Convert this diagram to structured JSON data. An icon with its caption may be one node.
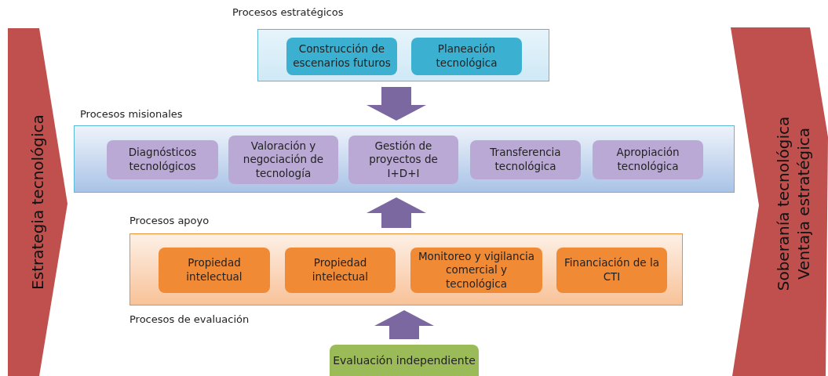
{
  "diagram": {
    "nodes": [
      {
        "text": [
          "Estrategia tecnológica"
        ]
      },
      {
        "text": [
          "Procesos estratégicos"
        ]
      },
      {
        "text": [
          "Construcción de escenarios futuros"
        ],
        "in": 1
      },
      {
        "text": [
          "Planeación tecnológica"
        ],
        "in": 1
      },
      {
        "text": [
          "Procesos misionales"
        ]
      },
      {
        "text": [
          "Diagnósticos tecnológicos"
        ],
        "in": 4
      },
      {
        "text": [
          "Valoración y negociación de tecnología"
        ],
        "in": 4
      },
      {
        "text": [
          "Gestión de proyectos de I+D+I"
        ],
        "in": 4
      },
      {
        "text": [
          "Transferencia tecnológica"
        ],
        "in": 4
      },
      {
        "text": [
          "Apropiación tecnológica"
        ],
        "in": 4
      },
      {
        "text": [
          "Procesos apoyo"
        ]
      },
      {
        "text": [
          "Propiedad intelectual"
        ],
        "in": 10
      },
      {
        "text": [
          "Propiedad intelectual"
        ],
        "in": 10
      },
      {
        "text": [
          "Monitoreo y vigilancia comercial y tecnológica"
        ],
        "in": 10
      },
      {
        "text": [
          "Financiación de la CTI"
        ],
        "in": 10
      },
      {
        "text": [
          "Evaluación independiente"
        ]
      },
      {
        "text": [
          "Soberanía tecnológica",
          "Ventaja estratégica"
        ]
      }
    ],
    "edges": [
      {
        "from": 1,
        "to": 4,
        "arrow": "to"
      },
      {
        "from": 10,
        "to": 4,
        "arrow": "to"
      },
      {
        "from": 15,
        "to": 10,
        "arrow": "to"
      }
    ],
    "labels": [
      "Procesos de evaluación"
    ]
  }
}
